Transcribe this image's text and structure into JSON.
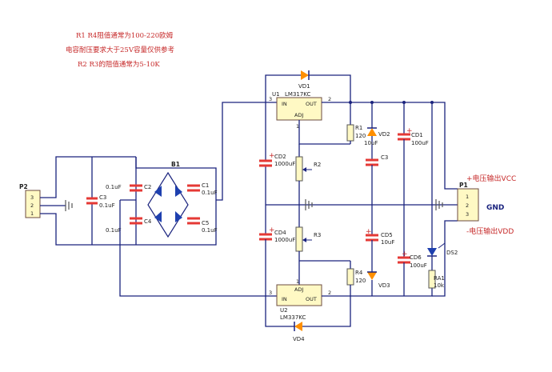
{
  "notes": [
    "R1 R4阻值通常为100-220欧姆",
    "电容耐压要求大于25V容量仅供参考",
    "R2  R3的阻值通常为5-10K"
  ],
  "connectors": {
    "p2": {
      "ref": "P2",
      "pins": [
        "3",
        "2",
        "1"
      ]
    },
    "p1": {
      "ref": "P1",
      "pins": [
        "1",
        "2",
        "3"
      ]
    }
  },
  "bridge": {
    "ref": "B1"
  },
  "caps": {
    "c3": {
      "ref": "C3",
      "val": "0.1uF"
    },
    "c2": {
      "ref": "C2",
      "val": "0.1uF"
    },
    "c4": {
      "ref": "C4",
      "val": "0.1uF"
    },
    "c1": {
      "ref": "C1",
      "val": "0.1uF"
    },
    "c5": {
      "ref": "C5",
      "val": "0.1uF"
    },
    "cd1": {
      "ref": "CD1",
      "val": "100uF"
    },
    "cd2": {
      "ref": "CD2",
      "val": "1000uF"
    },
    "cd4": {
      "ref": "CD4",
      "val": "1000uF"
    },
    "cd6": {
      "ref": "CD6",
      "val": "100uF"
    },
    "c3b": {
      "ref": "C3",
      "val": "10uF"
    },
    "cd5": {
      "ref": "CD5",
      "val": "10uF"
    }
  },
  "regulators": {
    "u1": {
      "ref": "U1",
      "part": "LM317KC",
      "in": "IN",
      "out": "OUT",
      "adj": "ADJ",
      "pin_in": "3",
      "pin_out": "2",
      "pin_adj": "1"
    },
    "u2": {
      "ref": "U2",
      "part": "LM337KC",
      "in": "IN",
      "out": "OUT",
      "adj": "ADJ",
      "pin_in": "3",
      "pin_out": "2",
      "pin_adj": "1"
    }
  },
  "resistors": {
    "r1": {
      "ref": "R1",
      "val": "120"
    },
    "r4": {
      "ref": "R4",
      "val": "120"
    },
    "r2": {
      "ref": "R2"
    },
    "r3": {
      "ref": "R3"
    },
    "ra1": {
      "ref": "RA1",
      "val": "10k"
    }
  },
  "diodes": {
    "vd1": "VD1",
    "vd2": "VD2",
    "vd3": "VD3",
    "vd4": "VD4",
    "ds2": "DS2"
  },
  "outputs": {
    "vcc": "+电压输出VCC",
    "gnd": "GND",
    "vdd": "-电压输出VDD"
  },
  "colors": {
    "wire": "#1a237e",
    "capacitor": "#e53935",
    "diode": "#ff8f00",
    "note": "#c62828",
    "ic_fill": "#fff9c4"
  }
}
